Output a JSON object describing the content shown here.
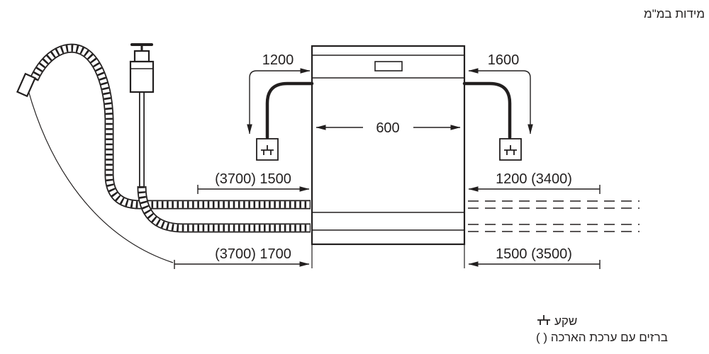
{
  "title": "מידות במ\"מ",
  "dimensions": {
    "appliance_width": "600",
    "power_cord_left": "1200",
    "power_cord_right": "1600",
    "hose_left_upper": "(3700) 1500",
    "hose_right_upper": "1200 (3400)",
    "hose_left_lower": "(3700) 1700",
    "hose_right_lower": "1500 (3500)"
  },
  "legend": {
    "socket": "שקע",
    "extension_note": "( ) ברזים עם ערכת הארכה"
  },
  "icons": {
    "socket_icon": "power-socket schematic",
    "tap_icon": "water-tap with valve box"
  },
  "colors": {
    "line": "#221f1f",
    "background": "#ffffff"
  }
}
